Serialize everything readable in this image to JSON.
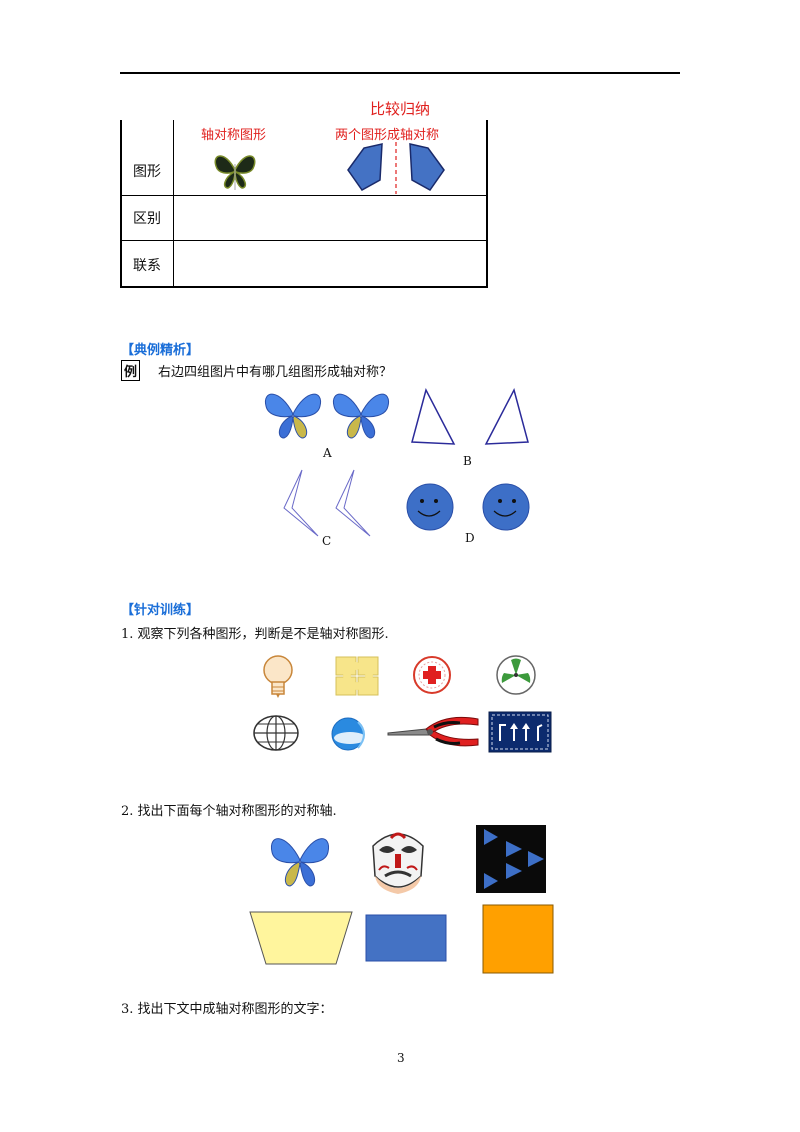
{
  "comparison": {
    "title": "比较归纳",
    "col1": "轴对称图形",
    "col2": "两个图形成轴对称",
    "rows": [
      "图形",
      "区别",
      "联系"
    ]
  },
  "example_section": {
    "heading": "【典例精析】",
    "marker": "例",
    "question": "右边四组图片中有哪几组图形成轴对称？",
    "labels": [
      "A",
      "B",
      "C",
      "D"
    ]
  },
  "practice_section": {
    "heading": "【针对训练】",
    "q1": "1. 观察下列各种图形，判断是不是轴对称图形.",
    "q2": "2. 找出下面每个轴对称图形的对称轴.",
    "q3": "3. 找出下文中成轴对称图形的文字："
  },
  "page_number": "3",
  "colors": {
    "title_red": "#e0201e",
    "section_blue": "#1a6ed8",
    "shape_blue": "#4472c4",
    "pale_yellow": "#fff59d",
    "orange": "#ffa000"
  }
}
